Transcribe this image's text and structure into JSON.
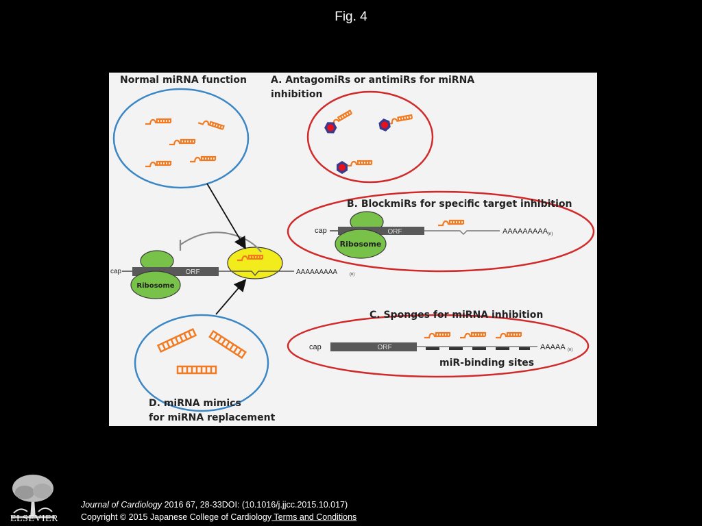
{
  "slide": {
    "title": "Fig. 4"
  },
  "figure": {
    "normal": {
      "title": "Normal miRNA function"
    },
    "panel_a": {
      "title_line1": "A. AntagomiRs or antimiRs for miRNA",
      "title_line2": "inhibition"
    },
    "panel_b": {
      "title": "B. BlockmiRs for specific target inhibition",
      "cap": "cap",
      "orf": "ORF",
      "ribosome": "Ribosome",
      "polya": "AAAAAAAAA",
      "polya_sub": "(n)"
    },
    "main_mrna": {
      "cap": "cap",
      "orf": "ORF",
      "ribosome": "Ribosome",
      "polya": "AAAAAAAAA",
      "polya_sub": "(n)"
    },
    "panel_c": {
      "title": "C. Sponges for miRNA inhibition",
      "cap": "cap",
      "orf": "ORF",
      "polya": "AAAAA",
      "polya_sub": "(n)",
      "binding_label": "miR-binding sites"
    },
    "panel_d": {
      "title_line1": "D. miRNA mimics",
      "title_line2": "for miRNA replacement"
    }
  },
  "citation": {
    "journal": "Journal of Cardiology",
    "details": " 2016 67, 28-33DOI: (10.1016/j.jjcc.2015.10.017)",
    "copyright": "Copyright © 2015 Japanese College of Cardiology",
    "terms": " Terms and Conditions"
  },
  "logo": {
    "text": "ELSEVIER"
  },
  "colors": {
    "mirna": "#f07b22",
    "blue_circle": "#3b86c4",
    "red_circle": "#d02a2a",
    "ribosome": "#79c24a",
    "orf": "#595959",
    "target_highlight": "#f2ec1d",
    "antagomir_cap": "#e8101a"
  }
}
